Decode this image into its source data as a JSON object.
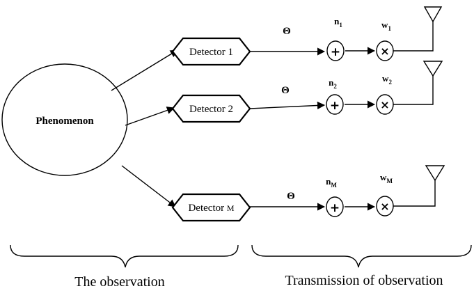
{
  "phenomenon": {
    "label": "Phenomenon"
  },
  "detectors": [
    {
      "name": "Detector ",
      "index": "1",
      "theta": "Θ",
      "noise": "n",
      "noise_sub": "1",
      "weight": "w",
      "weight_sub": "1"
    },
    {
      "name": "Detector ",
      "index": "2",
      "theta": "Θ",
      "noise": "n",
      "noise_sub": "2",
      "weight": "w",
      "weight_sub": "2"
    },
    {
      "name": "Detector ",
      "index": "M",
      "theta": "Θ",
      "noise": "n",
      "noise_sub": "M",
      "weight": "w",
      "weight_sub": "M"
    }
  ],
  "operators": {
    "add": "+",
    "multiply": "×"
  },
  "sections": {
    "observation": "The observation",
    "transmission": "Transmission of observation"
  }
}
